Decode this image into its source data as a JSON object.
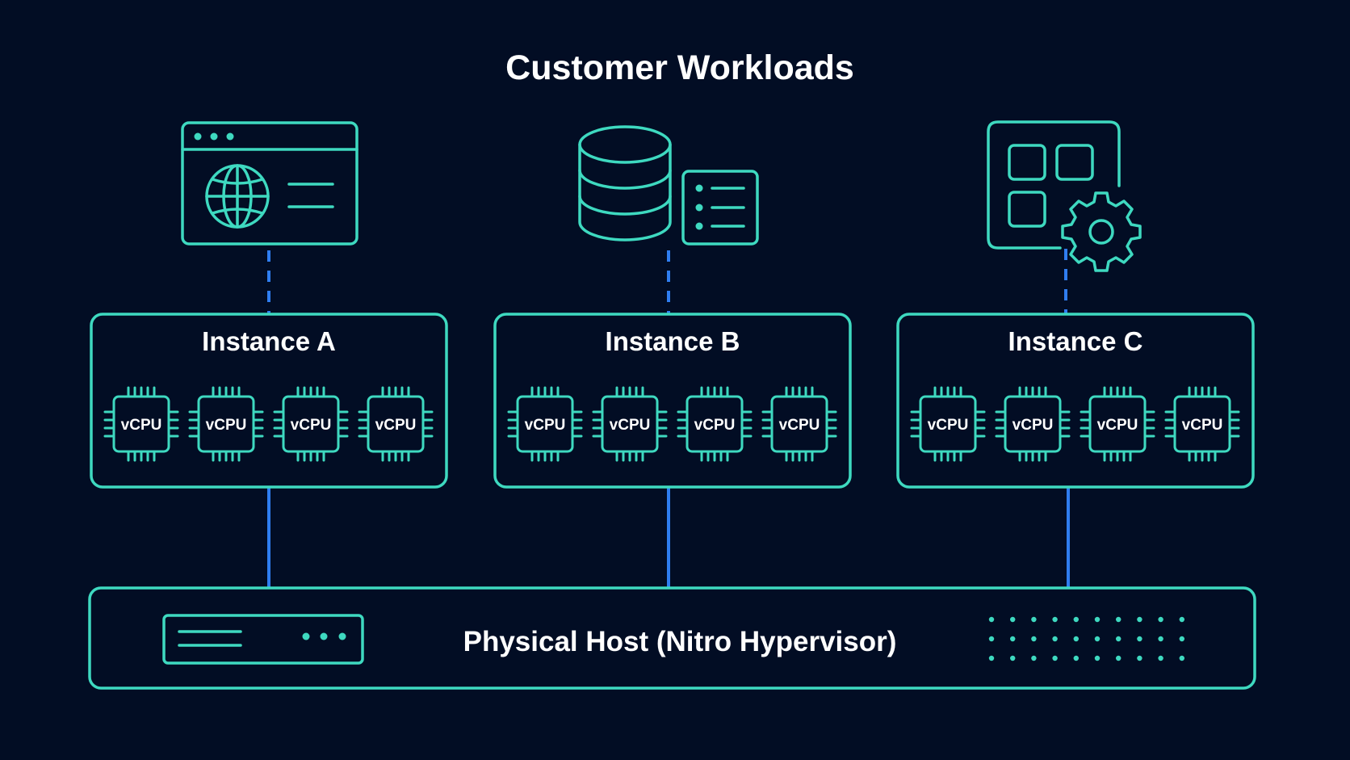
{
  "title": "Customer Workloads",
  "colors": {
    "background": "#020d24",
    "accent": "#3ed9c0",
    "connector": "#2f7df0",
    "text": "#ffffff"
  },
  "workload_icons": [
    {
      "name": "web-application-icon"
    },
    {
      "name": "database-icon"
    },
    {
      "name": "app-settings-icon"
    }
  ],
  "instances": [
    {
      "label": "Instance A",
      "vcpus": [
        "vCPU",
        "vCPU",
        "vCPU",
        "vCPU"
      ]
    },
    {
      "label": "Instance B",
      "vcpus": [
        "vCPU",
        "vCPU",
        "vCPU",
        "vCPU"
      ]
    },
    {
      "label": "Instance C",
      "vcpus": [
        "vCPU",
        "vCPU",
        "vCPU",
        "vCPU"
      ]
    }
  ],
  "host": {
    "label": "Physical Host (Nitro Hypervisor)",
    "server_icon": "server-icon",
    "dot_grid_icon": "dot-grid-icon"
  }
}
